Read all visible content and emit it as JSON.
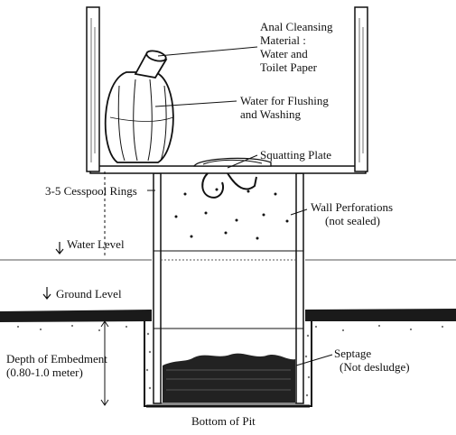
{
  "labels": {
    "anal_cleansing": [
      "Anal Cleansing",
      "Material :",
      "Water and",
      "Toilet Paper"
    ],
    "water_flushing": [
      "Water for Flushing",
      "and Washing"
    ],
    "squatting_plate": "Squatting Plate",
    "cesspool_rings": "3-5 Cesspool Rings",
    "wall_perforations": [
      "Wall Perforations",
      "(not sealed)"
    ],
    "water_level": "Water Level",
    "ground_level": "Ground Level",
    "depth_of_embedment": [
      "Depth of Embedment",
      "(0.80-1.0 meter)"
    ],
    "septage": [
      "Septage",
      "(Not desludge)"
    ],
    "bottom_of_pit": "Bottom of  Pit"
  },
  "colors": {
    "ink": "#111111",
    "soil": "#1a1a1a",
    "paper": "#ffffff"
  }
}
